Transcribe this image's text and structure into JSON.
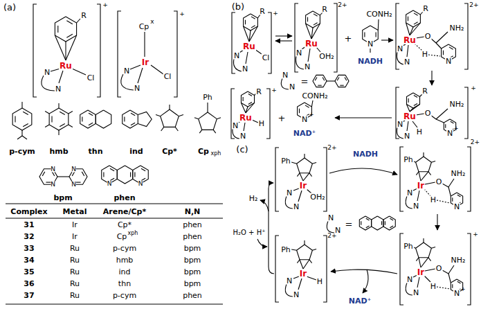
{
  "diagram": {
    "labels": [
      "(a)",
      "R",
      "+",
      "Ru",
      "Cl",
      "N",
      "N",
      "Cp",
      "x",
      "+",
      "Ir",
      "N",
      "N",
      "Cl",
      "p-cym",
      "hmb",
      "thn",
      "ind",
      "Cp*",
      "Cp",
      "xph",
      "Ph",
      "N",
      "N",
      "N",
      "N",
      "bpm",
      "N",
      "N",
      "phen",
      "Complex",
      "Metal",
      "Arene/Cp*",
      "N,N",
      "31",
      "Ir",
      "Cp*",
      "phen",
      "32",
      "Ir",
      "Cp",
      "xph",
      "phen",
      "33",
      "Ru",
      "p-cym",
      "bpm",
      "34",
      "Ru",
      "hmb",
      "bpm",
      "35",
      "Ru",
      "ind",
      "bpm",
      "36",
      "Ru",
      "thn",
      "bpm",
      "37",
      "Ru",
      "p-cym",
      "phen",
      "(b)",
      "R",
      "+",
      "Ru",
      "Cl",
      "N",
      "N",
      "R",
      "2+",
      "Ru",
      "OH₂",
      "N",
      "N",
      "+",
      "CONH₂",
      "N",
      "NADH",
      "R",
      "Ru",
      "O",
      "NH₂",
      "H",
      "N",
      "N",
      "N",
      "2+",
      "R",
      "Ru",
      "O",
      "NH₂",
      "H",
      "N",
      "N",
      "N",
      "+",
      "+",
      "N",
      "N",
      "=",
      "R",
      "+",
      "Ru",
      "H",
      "N",
      "N",
      "+",
      "CONH₂",
      "N",
      "+",
      "NAD⁺",
      "(c)",
      "Ph",
      "2+",
      "Ir",
      "OH₂",
      "N",
      "N",
      "NADH",
      "Ph",
      "Ir",
      "O",
      "NH₂",
      "H",
      "N",
      "N",
      "N",
      "2+",
      "N",
      "N",
      "=",
      "H₂",
      "H₂O + H⁺",
      "Ph",
      "Ir",
      "O",
      "NH₂",
      "H",
      "N",
      "N",
      "N",
      "+",
      "+",
      "Ph",
      "2+",
      "Ir",
      "H",
      "N",
      "N",
      "NAD⁺"
    ]
  }
}
